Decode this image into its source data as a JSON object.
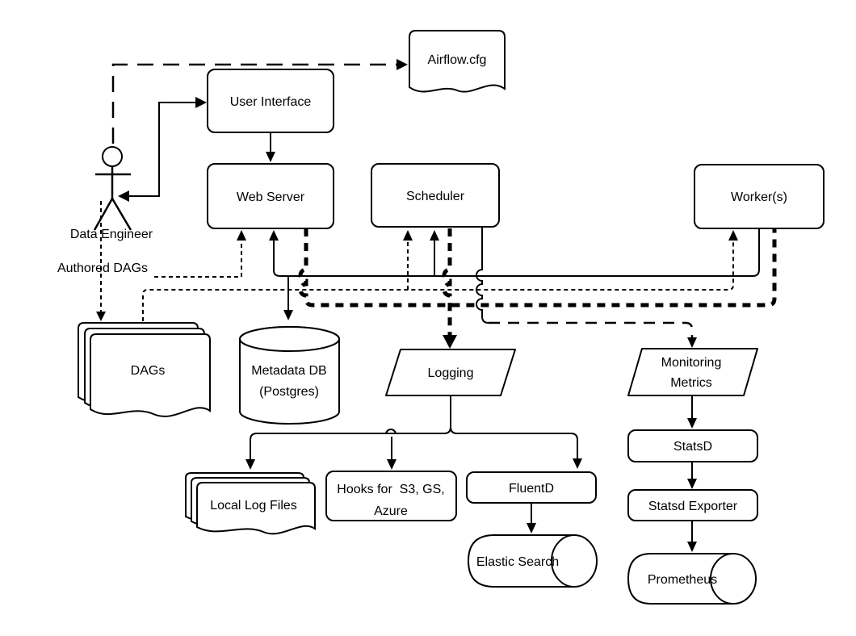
{
  "colors": {
    "line": "#000000",
    "background": "#ffffff",
    "text": "#000000"
  },
  "nodes": {
    "airflow_cfg": {
      "label": "Airflow.cfg"
    },
    "user_interface": {
      "label": "User Interface"
    },
    "web_server": {
      "label": "Web Server"
    },
    "scheduler": {
      "label": "Scheduler"
    },
    "workers": {
      "label": "Worker(s)"
    },
    "data_engineer": {
      "label": "Data Engineer"
    },
    "authored_dags": {
      "label": "Authored DAGs"
    },
    "dags": {
      "label": "DAGs"
    },
    "metadata_db": {
      "line1": "Metadata DB",
      "line2": "(Postgres)"
    },
    "logging": {
      "label": "Logging"
    },
    "local_log_files": {
      "label": "Local Log Files"
    },
    "hooks": {
      "line1": "Hooks for  S3, GS,",
      "line2": "Azure"
    },
    "fluentd": {
      "label": "FluentD"
    },
    "elastic_search": {
      "label": "Elastic Search"
    },
    "monitoring_metrics": {
      "line1": "Monitoring",
      "line2": "Metrics"
    },
    "statsd": {
      "label": "StatsD"
    },
    "statsd_exporter": {
      "label": "Statsd Exporter"
    },
    "prometheus": {
      "label": "Prometheus"
    }
  }
}
